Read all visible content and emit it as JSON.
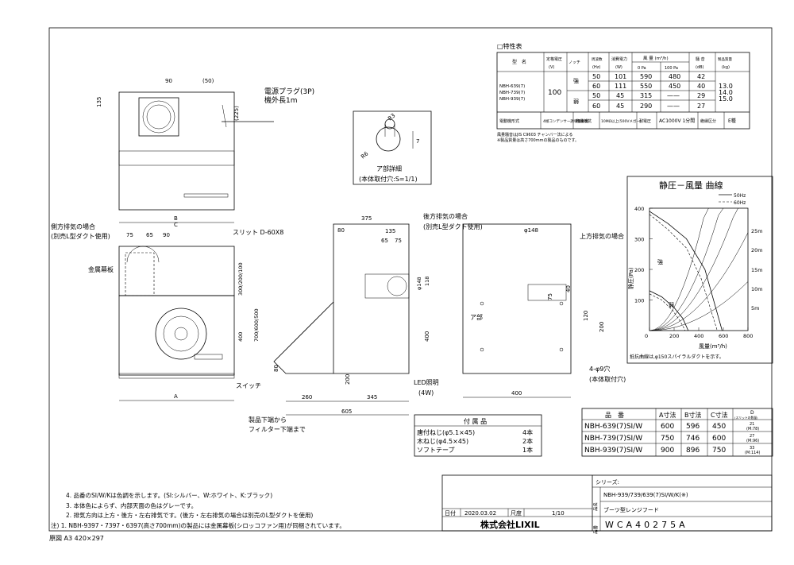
{
  "title_block": {
    "series_label": "シリーズ:",
    "series_value": "NBH-939/739/639(7)SI/W/K(※)",
    "product_name_value": "ブーツ型レンジフード",
    "date_label": "日付",
    "date_value": "2020.03.02",
    "scale_label": "尺度",
    "scale_value": "1/10",
    "side_label_name": "品名",
    "side_label_code": "品番",
    "company": "株式会社LIXIL",
    "drawing_no": "WCA40275A"
  },
  "paper_size": "原図 A3 420×297",
  "notes": [
    "4. 品番のSI/W/Kは色調を示します。(SI:シルバー、W:ホワイト、K:ブラック)",
    "3. 本体色によらず、内部天面の色はグレーです。",
    "2. 排気方向は上方・後方・左右排気です。(後方・左右排気の場合は別売のL型ダクトを使用)",
    "注) 1. NBH-9397・7397・6397(高さ700mm)の製品には金属幕板(シロッコファン用)が同梱されています。"
  ],
  "specs": {
    "heading": "□特性表",
    "col_model": "型　名",
    "col_voltage": "定格電圧",
    "col_voltage_unit": "(V)",
    "col_notch": "ノッチ",
    "col_freq": "周波数",
    "col_freq_unit": "(Hz)",
    "col_power": "消費電力",
    "col_power_unit": "(W)",
    "col_airflow": "風 量 (m³/h)",
    "col_airflow_0": "0 Pa",
    "col_airflow_100": "100 Pa",
    "col_noise": "騒 音",
    "col_noise_unit": "(dB)",
    "col_mass": "製品質量",
    "col_mass_unit": "(kg)",
    "models": [
      "NBH-639(7)",
      "NBH-739(7)",
      "NBH-939(7)"
    ],
    "voltage": "100",
    "notch_strong": "強",
    "notch_weak": "弱",
    "rows": [
      {
        "hz": "50",
        "w": "101",
        "a0": "590",
        "a100": "480",
        "db": "42"
      },
      {
        "hz": "60",
        "w": "111",
        "a0": "550",
        "a100": "450",
        "db": "40"
      },
      {
        "hz": "50",
        "w": "45",
        "a0": "315",
        "a100": "——",
        "db": "29"
      },
      {
        "hz": "60",
        "w": "45",
        "a0": "290",
        "a100": "——",
        "db": "27"
      }
    ],
    "masses": [
      "13.0",
      "14.0",
      "15.0"
    ],
    "footer": [
      "電動機形式",
      "4極コンデンサー誘導電動機",
      "絶縁抵抗",
      "10MΩ以上(500Vメガー)",
      "耐電圧",
      "AC1000V 1分間",
      "絶縁区分",
      "E種"
    ],
    "foot_note_1": "風量騒音はJIS C9603 チャンバー法による",
    "foot_note_2": "※製品質量は高さ700mmの製品のものです。"
  },
  "detail": {
    "title": "ア部詳細",
    "subtitle": "(本体取付穴:S=1/1)",
    "r3": "R3",
    "r6": "R6",
    "d7": "7"
  },
  "curve": {
    "title": "静圧－風量 曲線",
    "legend_50": "50Hz",
    "legend_60": "60Hz",
    "ylabel": "静圧(Pa)",
    "xlabel": "風量(m³/h)",
    "yticks": [
      "400",
      "300",
      "200",
      "100"
    ],
    "xticks": [
      "0",
      "200",
      "400",
      "600",
      "800"
    ],
    "strong": "強",
    "weak": "弱",
    "resistance": [
      "25m",
      "20m",
      "15m",
      "10m",
      "5m"
    ],
    "note": "抵抗曲線は,φ150スパイラルダクトを示す。"
  },
  "size_table": {
    "headers": [
      "品　番",
      "A寸法",
      "B寸法",
      "C寸法",
      "D"
    ],
    "d_sub": "(スリットの数量)",
    "rows": [
      [
        "NBH-639(7)SI/W",
        "600",
        "596",
        "450",
        "21",
        "(M:78)"
      ],
      [
        "NBH-739(7)SI/W",
        "750",
        "746",
        "600",
        "27",
        "(M:96)"
      ],
      [
        "NBH-939(7)SI/W",
        "900",
        "896",
        "750",
        "33",
        "(M:114)"
      ]
    ]
  },
  "accessories": {
    "title": "付 属 品",
    "items": [
      {
        "name": "唐付ねじ(φ5.1×45)",
        "qty": "4本"
      },
      {
        "name": "木ねじ(φ4.5×45)",
        "qty": "2本"
      },
      {
        "name": "ソフトテープ",
        "qty": "1本"
      }
    ]
  },
  "labels": {
    "power_plug": "電源プラグ(3P)",
    "cord_length": "機外長1m",
    "side_exhaust": "側方排気の場合",
    "side_exhaust_note": "(別売L型ダクト使用)",
    "metal_plate": "金属幕板",
    "slit": "スリット D-60X8",
    "switch": "スイッチ",
    "back_exhaust": "後方排気の場合",
    "back_exhaust_note": "(別売L型ダクト使用)",
    "top_exhaust": "上方排気の場合",
    "led": "LED照明",
    "led_w": "(4W)",
    "holes": "4-φ9穴",
    "holes_note": "(本体取付穴)",
    "a_part": "ア部",
    "from_bottom_1": "製品下端から",
    "from_bottom_2": "フィルター下端まで"
  },
  "dims": {
    "d90": "90",
    "d50": "(50)",
    "d135": "135",
    "d225": "(225)",
    "B": "B",
    "C": "C",
    "A": "A",
    "d75": "75",
    "d65": "65",
    "d90b": "90",
    "d300": "300/200/100",
    "d700": "700/600/500",
    "d400": "400",
    "d375": "375",
    "d80": "80",
    "d135b": "135",
    "d65b": "65",
    "d75b": "75",
    "d148": "φ148",
    "d118": "118",
    "d260": "260",
    "d345": "345",
    "d605": "605",
    "d200": "200",
    "d80b": "80",
    "d400c": "400",
    "d40": "40",
    "d120": "120",
    "d200c": "200",
    "d148c": "φ148",
    "d75c": "75"
  }
}
